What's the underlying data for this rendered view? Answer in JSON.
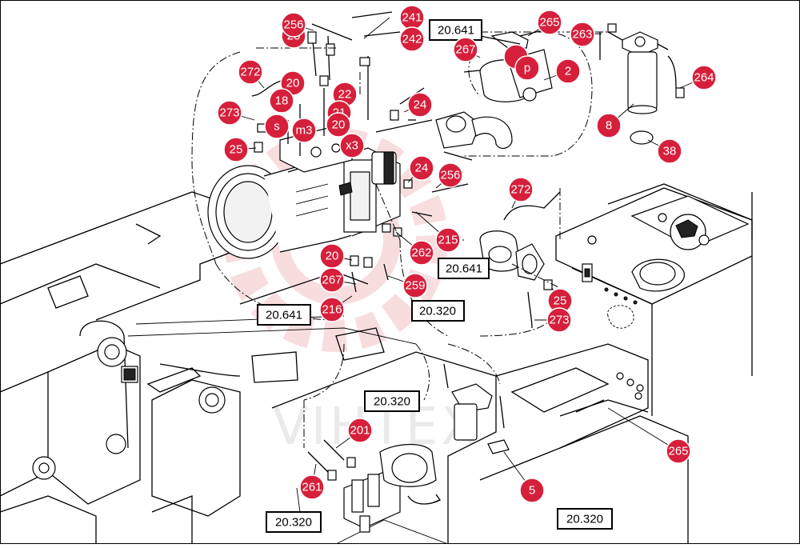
{
  "colors": {
    "callout": "#d61f3b",
    "watermark_red": "#f4c2c5",
    "line": "#000000"
  },
  "watermark": {
    "text": "VIHTEX"
  },
  "callouts": {
    "c256a": "256",
    "c241": "241",
    "c242": "242",
    "c265a": "265",
    "c263": "263",
    "c267a": "267",
    "cp": "p",
    "c2": "2",
    "c264": "264",
    "c272a": "272",
    "c20a": "20",
    "c18": "18",
    "c22": "22",
    "c21": "21",
    "c273a": "273",
    "cs": "s",
    "cm3": "m3",
    "c20b": "20",
    "c8": "8",
    "c38": "38",
    "c24a": "24",
    "cx3": "x3",
    "c25a": "25",
    "c24b": "24",
    "c256b": "256",
    "c272b": "272",
    "c215": "215",
    "c20c": "20",
    "c262": "262",
    "c267b": "267",
    "c259": "259",
    "c216": "216",
    "c25b": "25",
    "c273b": "273",
    "c201": "201",
    "c261": "261",
    "c5": "5",
    "c265b": "265"
  },
  "refs": {
    "r1": "20.641",
    "r2": "20.641",
    "r3": "20.641",
    "r4": "20.320",
    "r5": "20.320",
    "r6": "20.320",
    "r7": "20.320"
  }
}
